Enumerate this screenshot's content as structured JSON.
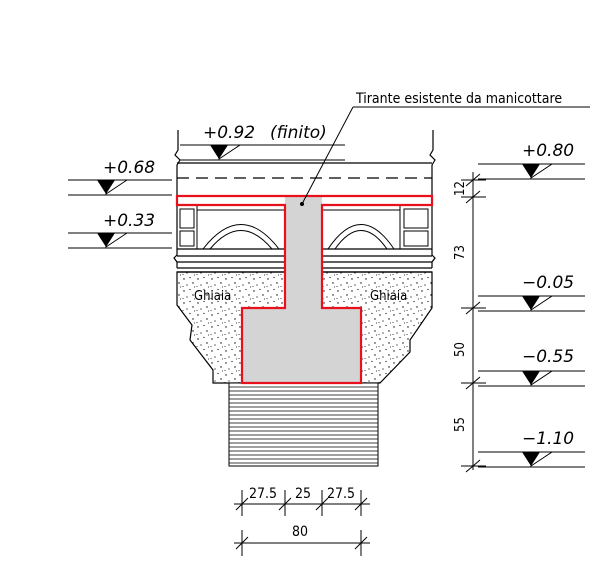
{
  "annotation": "Tirante esistente da manicottare",
  "levels": {
    "finished": "+0.92",
    "finished_note": "(finito)",
    "l068": "+0.68",
    "l033": "+0.33",
    "l080": "+0.80",
    "lm005": "−0.05",
    "lm055": "−0.55",
    "lm110": "−1.10"
  },
  "fill_labels": {
    "left": "Ghiaia",
    "right": "Ghiaia"
  },
  "vertical_dims": [
    "12",
    "73",
    "50",
    "55"
  ],
  "horizontal_dims": {
    "left": "27.5",
    "middle": "25",
    "right": "27.5",
    "total": "80"
  },
  "colors": {
    "section_red": "#e8101a",
    "tie_gray": "#d4d4d4",
    "line": "#000000"
  }
}
